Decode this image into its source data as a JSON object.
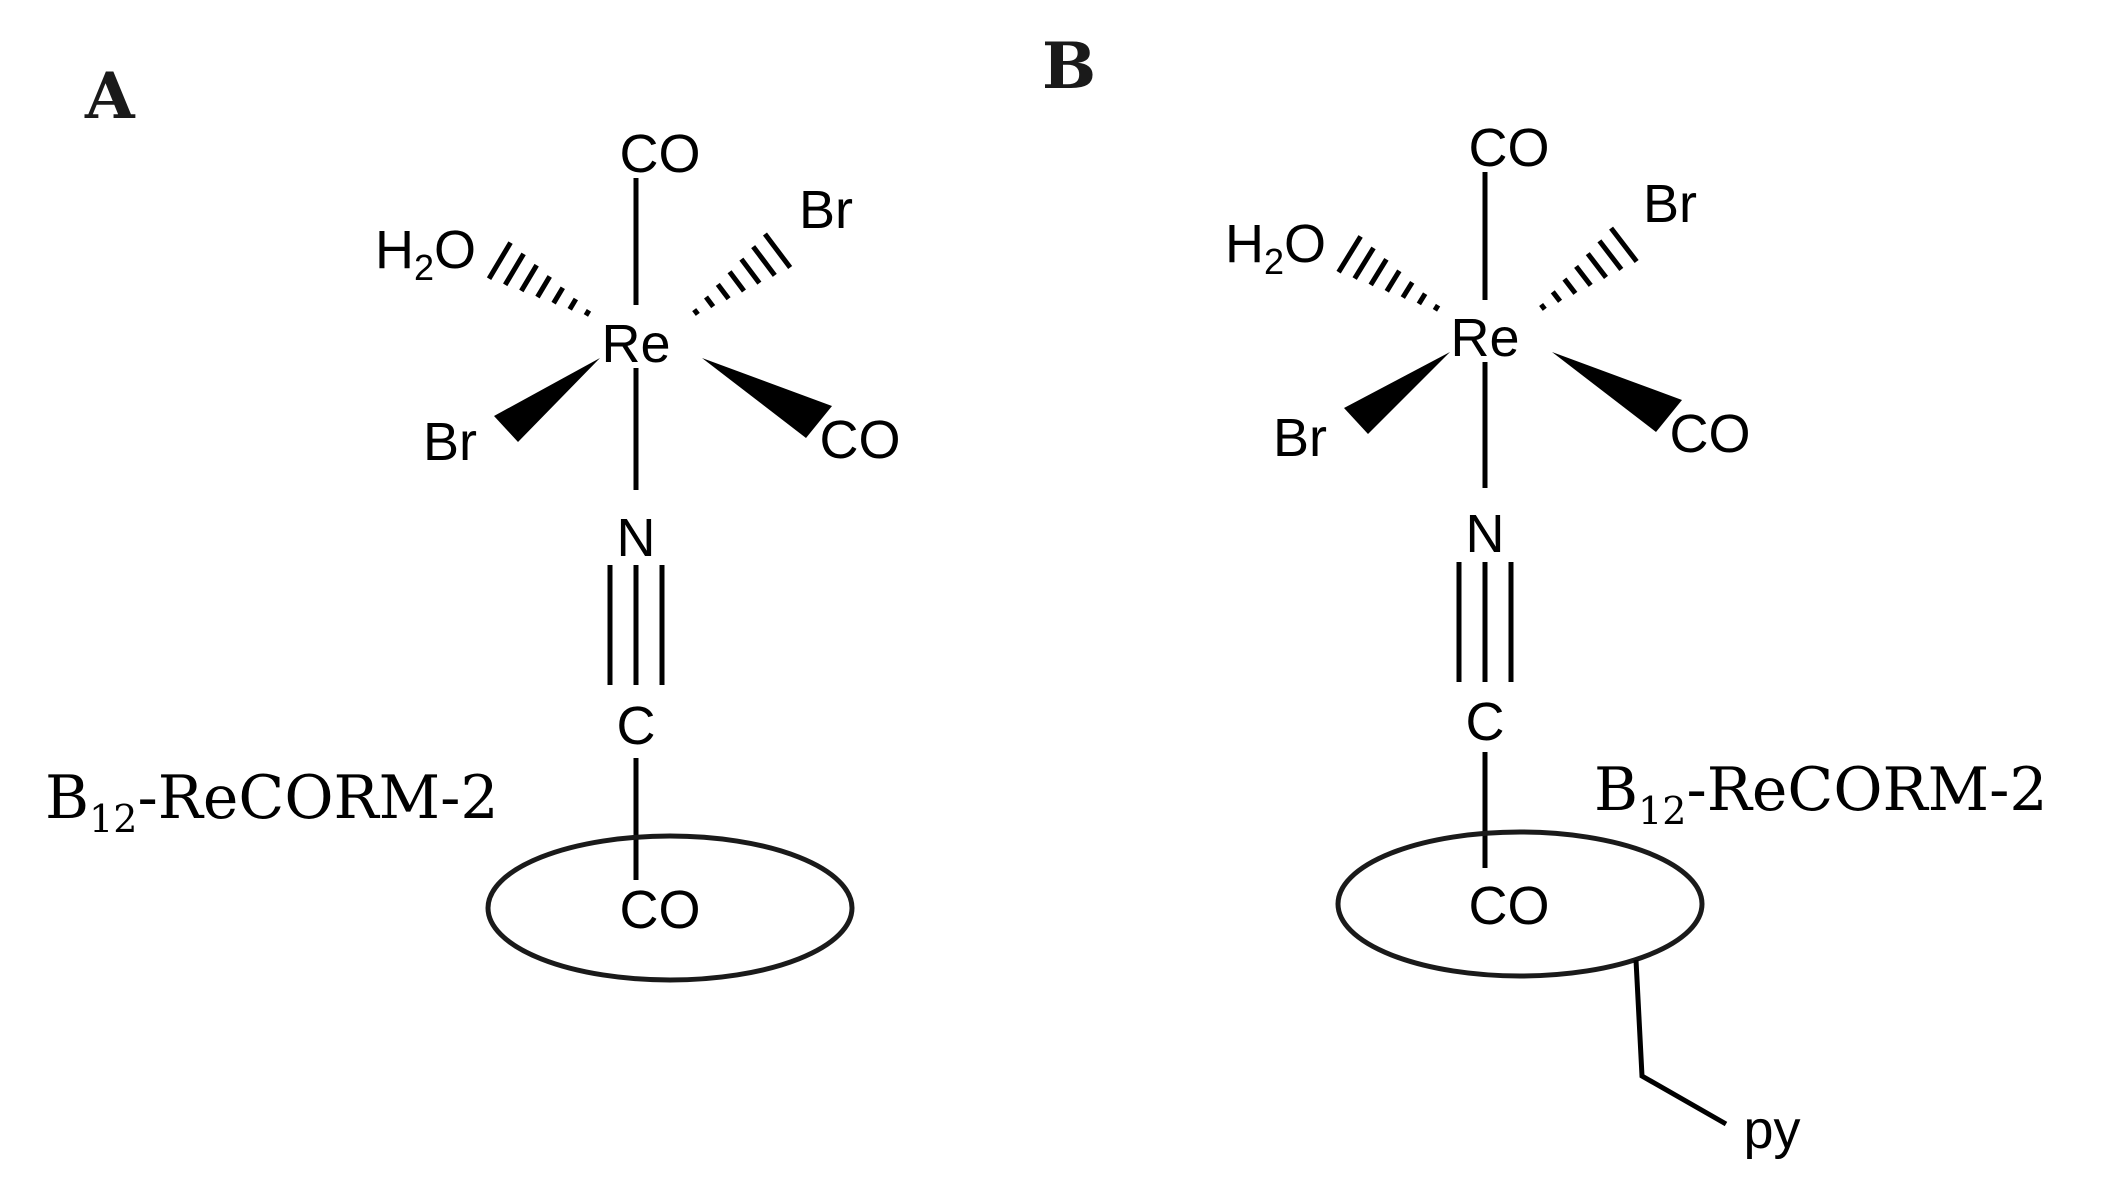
{
  "colors": {
    "ligand_co": "#e8161a",
    "atom": "#000000",
    "bond": "#000000"
  },
  "panels": [
    {
      "label": "A",
      "compound": {
        "name_main": "B",
        "name_sub": "12",
        "name_rest": "-ReCORM-2"
      },
      "atoms": {
        "metal": "Re",
        "co_top": "CO",
        "co_right": "CO",
        "co_ring": "CO",
        "br_upper": "Br",
        "br_lower": "Br",
        "water_h": "H",
        "water_sub": "2",
        "water_o": "O",
        "nitrogen": "N",
        "carbon": "C"
      }
    },
    {
      "label": "B",
      "compound": {
        "name_main": "B",
        "name_sub": "12",
        "name_rest": "-ReCORM-2"
      },
      "atoms": {
        "metal": "Re",
        "co_top": "CO",
        "co_right": "CO",
        "co_ring": "CO",
        "br_upper": "Br",
        "br_lower": "Br",
        "water_h": "H",
        "water_sub": "2",
        "water_o": "O",
        "nitrogen": "N",
        "carbon": "C",
        "pyridyl": "py"
      }
    }
  ]
}
